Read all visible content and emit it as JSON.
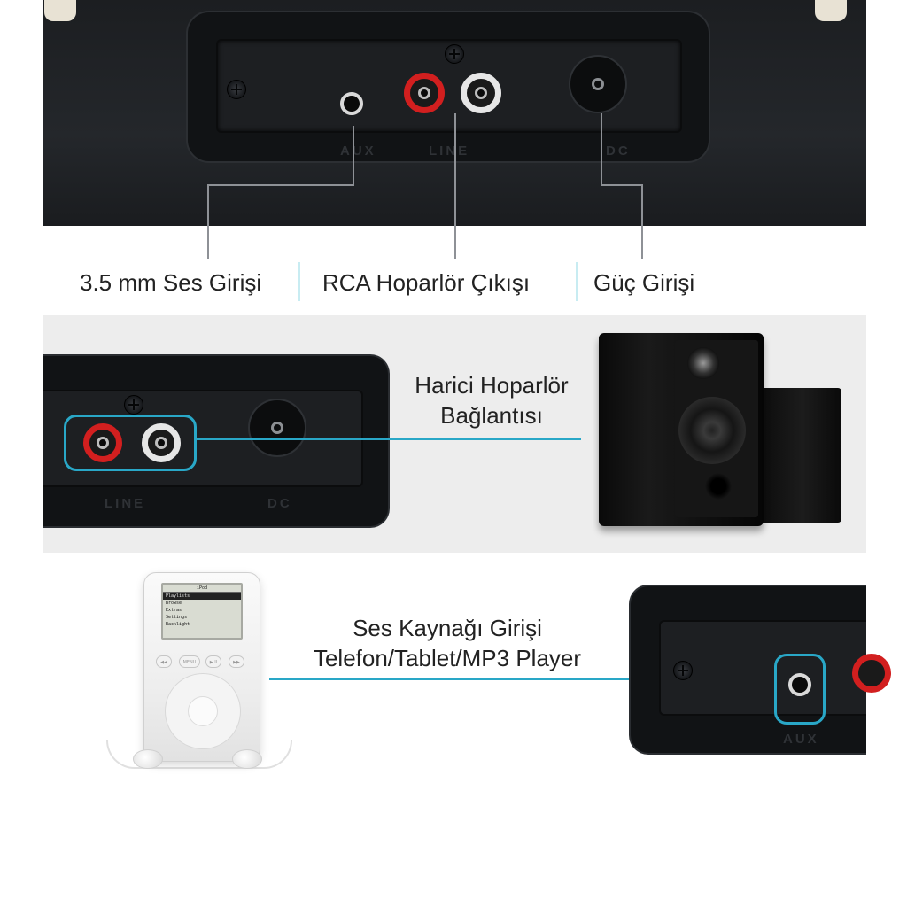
{
  "labels": {
    "audio_in": "3.5 mm Ses Girişi",
    "rca_out": "RCA Hoparlör Çıkışı",
    "power_in": "Güç Girişi"
  },
  "external_speaker": {
    "line1": "Harici Hoparlör",
    "line2": "Bağlantısı"
  },
  "source_input": {
    "line1": "Ses Kaynağı Girişi",
    "line2": "Telefon/Tablet/MP3 Player"
  },
  "ipod_screen": {
    "title": "iPod",
    "items": [
      "Playlists",
      "Browse",
      "Extras",
      "Settings",
      "Backlight"
    ]
  },
  "ipod_buttons": [
    "◀◀",
    "MENU",
    "▶ II",
    "▶▶"
  ],
  "colors": {
    "highlight": "#29a7c7",
    "panel": "#111315",
    "text": "#222222",
    "rca_red": "#d21f1f",
    "rca_white": "#e6e6e6"
  }
}
